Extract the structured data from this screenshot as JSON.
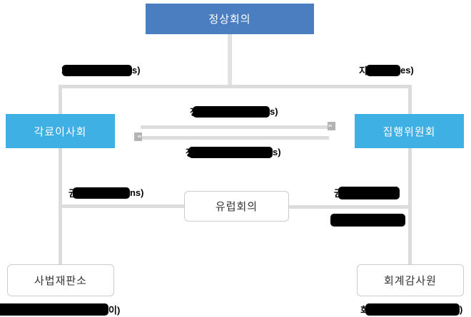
{
  "diagram": {
    "nodes": {
      "summit": "정상회의",
      "council": "각료이사회",
      "commission": "집행위원회",
      "european_council": "유럽회의",
      "court_of_justice": "사법재판소",
      "court_of_auditors": "회계감사원"
    },
    "edge_labels": {
      "top_left": {
        "head": "지",
        "tail": "s)",
        "redacted": true
      },
      "top_right": {
        "head": "지",
        "tail": "es)",
        "redacted": true
      },
      "center_upper": {
        "head": "정",
        "tail": "s)",
        "redacted": true
      },
      "center_lower": {
        "head": "정",
        "tail": "s)",
        "redacted": true
      },
      "left_middle": {
        "head": "권",
        "tail": "ns)",
        "redacted": true
      },
      "right_middle_top": {
        "head": "권",
        "tail": "",
        "redacted": true
      },
      "right_middle_bottom": {
        "head": "",
        "tail": "",
        "redacted": true
      },
      "bottom_left": {
        "head": "",
        "tail": "이)",
        "redacted": true
      },
      "bottom_right": {
        "head": "회",
        "tail": ")",
        "redacted": true
      }
    },
    "colors": {
      "primary_box": "#4b7ec1",
      "secondary_box": "#3fb0e4",
      "connector_line": "#dcdcdc",
      "arrow_line": "#dddddd",
      "arrow_head": "#b3b3b3",
      "redaction_bar": "#000000",
      "white_box_border": "#cccccc",
      "white_box_text": "#333333",
      "label_text": "#000000"
    }
  }
}
